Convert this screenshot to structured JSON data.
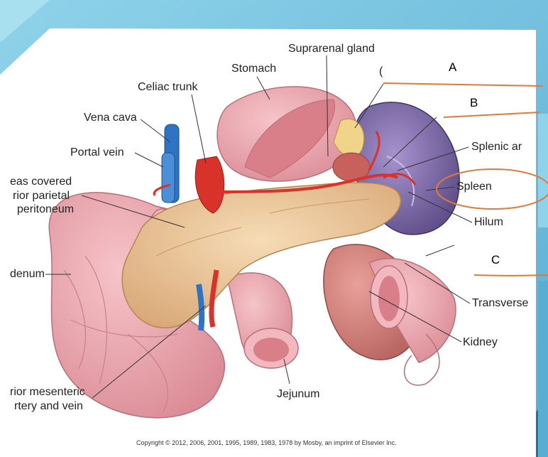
{
  "labels": {
    "suprarenal": "Suprarenal gland",
    "stomach": "Stomach",
    "celiac": "Celiac trunk",
    "vena_cava": "Vena cava",
    "portal_vein": "Portal vein",
    "pancreas_1": "eas covered",
    "pancreas_2": "rior parietal",
    "pancreas_3": "peritoneum",
    "duodenum": "denum",
    "splenic": "Splenic ar",
    "spleen": "Spleen",
    "hilum": "Hilum",
    "transverse": "Transverse",
    "kidney": "Kidney",
    "jejunum": "Jejunum",
    "mesenteric_1": "rior mesenteric",
    "mesenteric_2": "rtery and vein",
    "fragment": "("
  },
  "answers": {
    "a": "A",
    "b": "B",
    "c": "C"
  },
  "copyright": "Copyright © 2012, 2006, 2001, 1995, 1989, 1983, 1978 by Mosby, an imprint of Elsevier Inc.",
  "colors": {
    "background": "#7cc6df",
    "panel": "#ffffff",
    "annotation": "#e07a3a",
    "artery": "#d8322a",
    "vein": "#2f74c4",
    "pancreas": "#ecc89b",
    "spleen": "#7f6aa8",
    "intestine": "#eaa5ae"
  }
}
